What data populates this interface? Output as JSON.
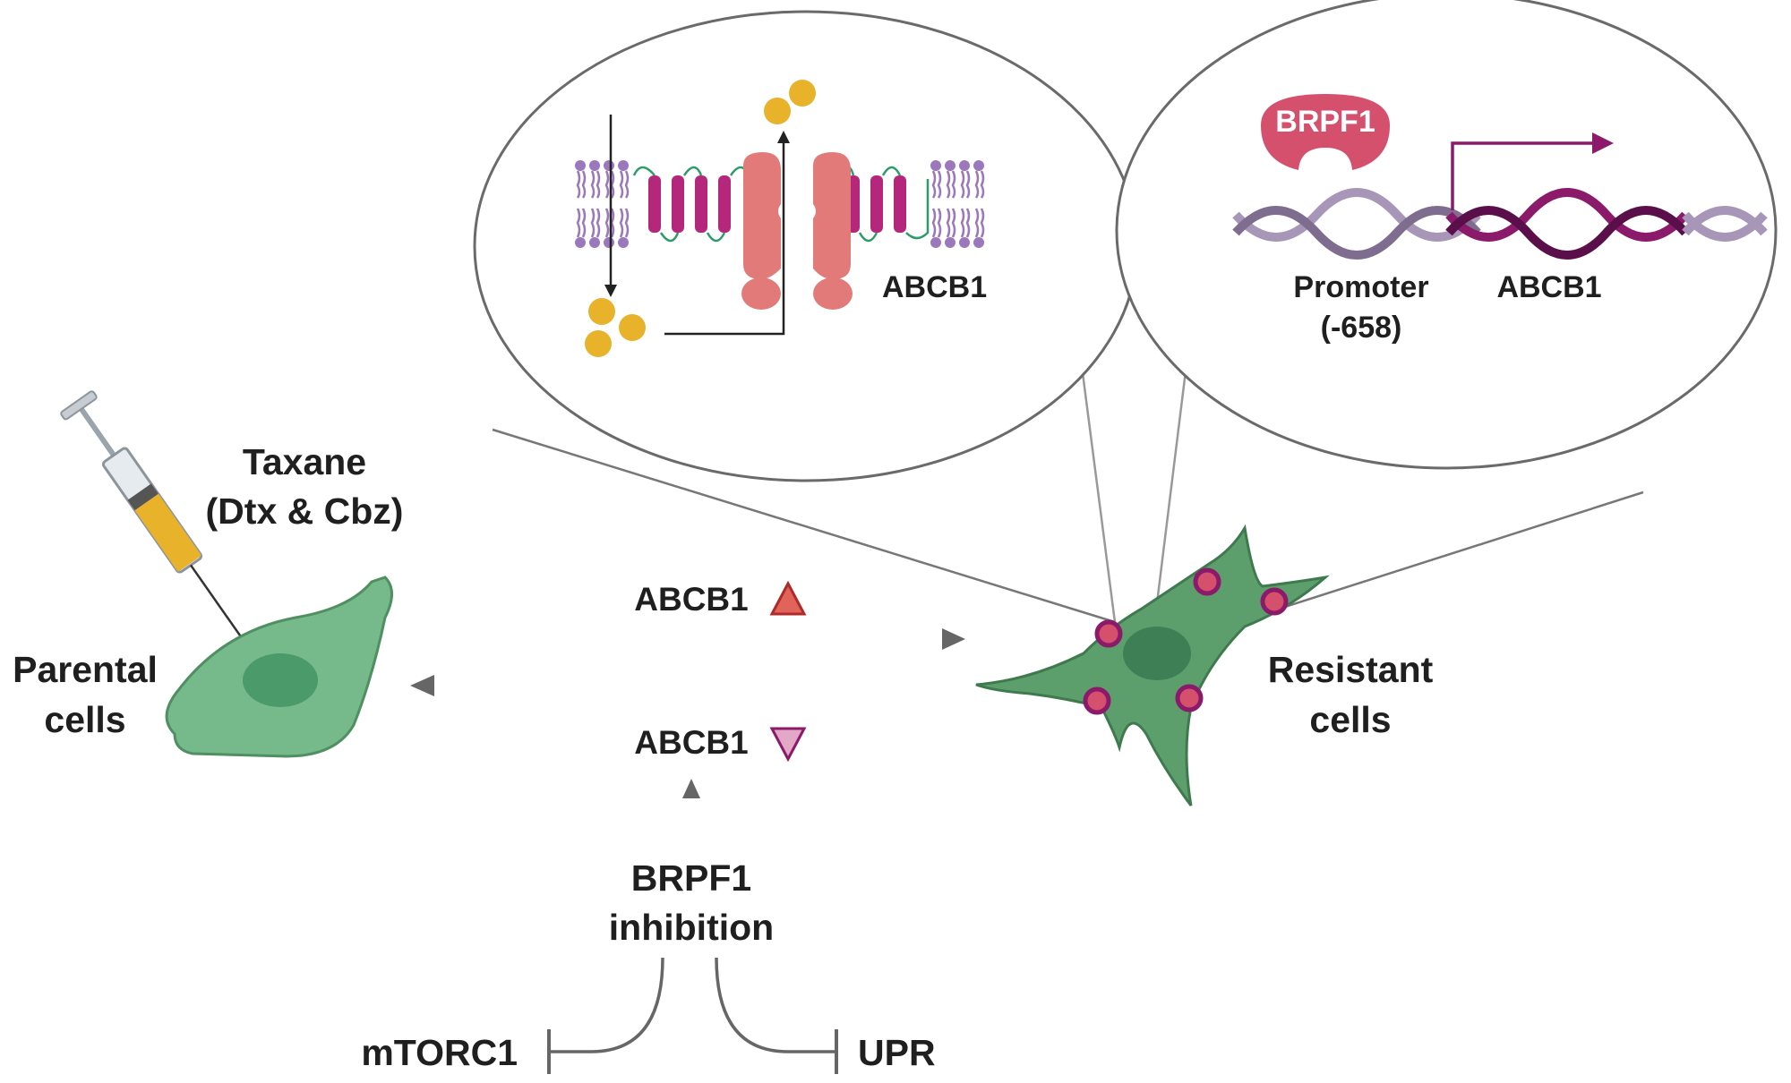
{
  "labels": {
    "taxane_line1": "Taxane",
    "taxane_line2": "(Dtx & Cbz)",
    "parental_line1": "Parental",
    "parental_line2": "cells",
    "resistant_line1": "Resistant",
    "resistant_line2": "cells",
    "abcb1_up": "ABCB1",
    "abcb1_down": "ABCB1",
    "brpf1_inhibition_line1": "BRPF1",
    "brpf1_inhibition_line2": "inhibition",
    "mtorc1": "mTORC1",
    "upr": "UPR",
    "transporter_label": "ABCB1",
    "brpf1_protein": "BRPF1",
    "promoter_line1": "Promoter",
    "promoter_line2": "(-658)",
    "gene_label": "ABCB1"
  },
  "colors": {
    "cell_green": "#6fb583",
    "cell_dark_green": "#4f8f62",
    "nucleus_green": "#4a9a6a",
    "lipid_purple": "#9b78bb",
    "helix_purple": "#8b1a6b",
    "helix_light": "#a896b8",
    "brpf1_red": "#d4506d",
    "transporter_pink": "#e27a7a",
    "drug_yellow": "#e8b32a",
    "arrow_gray": "#666666",
    "up_triangle": "#e0645a",
    "down_triangle": "#e3a8c7"
  },
  "icons": [
    "syringe-icon",
    "parental-cell-icon",
    "resistant-cell-icon",
    "membrane-transporter-icon",
    "dna-helix-icon",
    "up-triangle-icon",
    "down-triangle-icon"
  ]
}
